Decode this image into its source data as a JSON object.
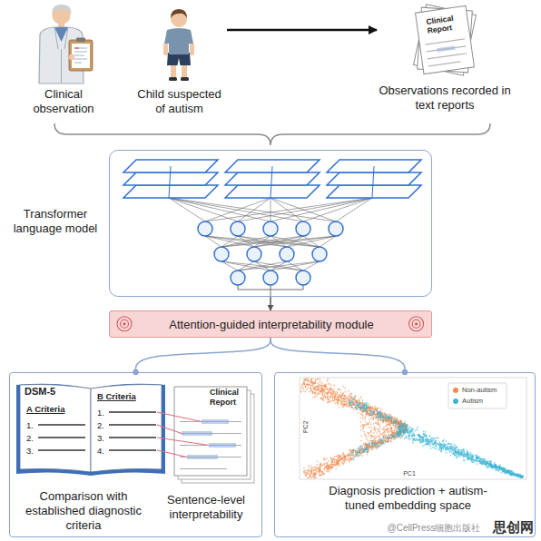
{
  "diagram": {
    "nodes": [
      {
        "text": [
          "Clinical observation"
        ]
      },
      {
        "text": [
          "Child suspected of autism"
        ]
      },
      {
        "text": [
          "Clinical Report",
          "Observations recorded in text reports"
        ]
      },
      {
        "text": [
          "Transformer language model"
        ]
      },
      {
        "text": [
          "Attention-guided interpretability module"
        ]
      },
      {
        "text": [
          "Comparison with established diagnostic criteria",
          "Sentence-level interpretability"
        ]
      },
      {
        "text": [
          "DSM-5",
          "A Criteria",
          "1.",
          "2.",
          "3.",
          "B Criteria",
          "1.",
          "2.",
          "3.",
          "4."
        ],
        "in": 5
      },
      {
        "text": [
          "Clinical Report"
        ],
        "in": 5
      },
      {
        "text": [
          "Diagnosis prediction + autism-tuned embedding space"
        ]
      }
    ],
    "edges": [
      {
        "from": 1,
        "to": 2,
        "arrow": "to"
      },
      {
        "from": 3,
        "to": 4,
        "arrow": "to"
      },
      {
        "from": 4,
        "to": 5,
        "arrow": "none"
      },
      {
        "from": 4,
        "to": 8,
        "arrow": "none"
      }
    ],
    "labels": [
      "PC2",
      "PC1",
      "@CellPress细胞出版社",
      "思创网"
    ],
    "legend": [
      {
        "text": "Non-autism",
        "color": "#ef8a4c"
      },
      {
        "text": "Autism",
        "color": "#3cb6d6"
      }
    ]
  }
}
